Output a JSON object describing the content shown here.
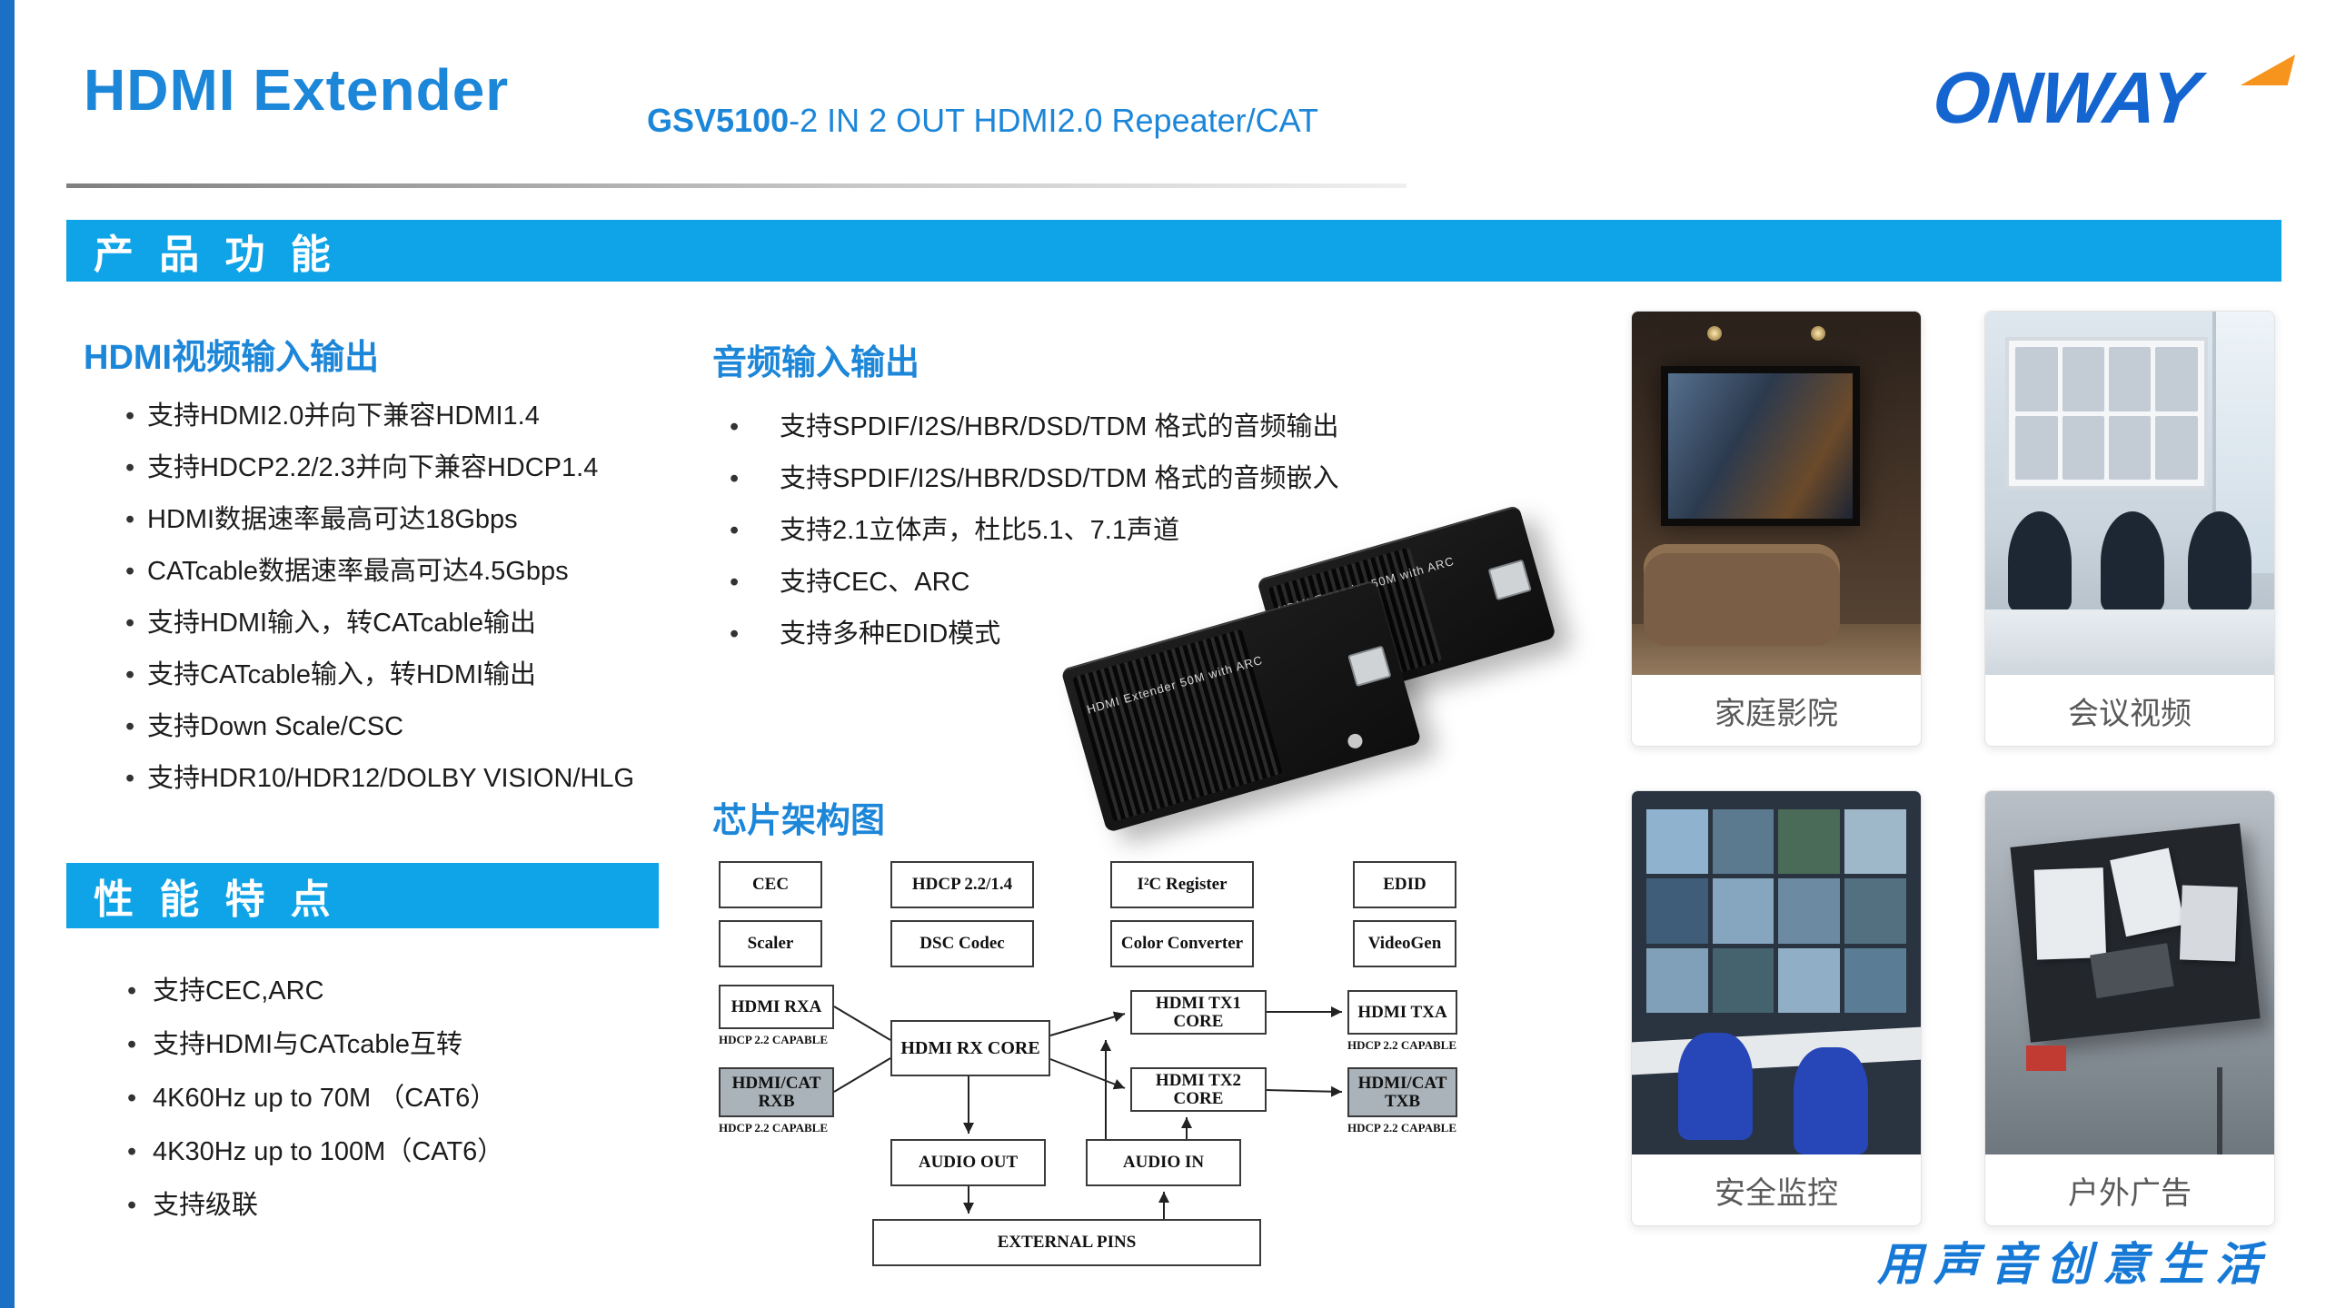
{
  "colors": {
    "accent_blue": "#1C86D8",
    "banner_blue": "#0FA3E8",
    "logo_blue": "#1565D0",
    "logo_orange": "#F7941D",
    "sidebar_blue": "#1B6FC4",
    "slogan_blue": "#1779D6"
  },
  "header": {
    "title": "HDMI Extender",
    "model": "GSV5100",
    "subtitle": "-2 IN 2 OUT HDMI2.0 Repeater/CAT",
    "brand": "ONWAY"
  },
  "banners": {
    "product_functions": "产 品 功 能",
    "performance": "性 能 特 点"
  },
  "hdmi_section": {
    "heading": "HDMI视频输入输出",
    "items": [
      "支持HDMI2.0并向下兼容HDMI1.4",
      "支持HDCP2.2/2.3并向下兼容HDCP1.4",
      "HDMI数据速率最高可达18Gbps",
      "CATcable数据速率最高可达4.5Gbps",
      "支持HDMI输入，转CATcable输出",
      "支持CATcable输入，转HDMI输出",
      "支持Down Scale/CSC",
      "支持HDR10/HDR12/DOLBY VISION/HLG"
    ]
  },
  "audio_section": {
    "heading": "音频输入输出",
    "items": [
      "支持SPDIF/I2S/HBR/DSD/TDM 格式的音频输出",
      "支持SPDIF/I2S/HBR/DSD/TDM 格式的音频嵌入",
      "支持2.1立体声，杜比5.1、7.1声道",
      "支持CEC、ARC",
      "支持多种EDID模式"
    ]
  },
  "performance_section": {
    "items": [
      "支持CEC,ARC",
      "支持HDMI与CATcable互转",
      "4K60Hz up to 70M （CAT6）",
      "4K30Hz up to 100M（CAT6）",
      "支持级联"
    ]
  },
  "chip_section": {
    "heading": "芯片架构图"
  },
  "device": {
    "label": "HDMI Extender 50M with ARC"
  },
  "diagram": {
    "hdcp_capable": "HDCP 2.2 CAPABLE",
    "boxes": {
      "cec": "CEC",
      "hdcp": "HDCP 2.2/1.4",
      "i2c": "I²C Register",
      "edid": "EDID",
      "scaler": "Scaler",
      "dsc": "DSC Codec",
      "color_converter": "Color Converter",
      "videogen": "VideoGen",
      "hdmi_rxa": "HDMI RXA",
      "hdmi_rx_core": "HDMI RX CORE",
      "hdmi_tx1_core": "HDMI TX1 CORE",
      "hdmi_txa": "HDMI TXA",
      "hdmi_cat_rxb": "HDMI/CAT RXB",
      "hdmi_tx2_core": "HDMI TX2 CORE",
      "hdmi_cat_txb": "HDMI/CAT TXB",
      "audio_out": "AUDIO OUT",
      "audio_in": "AUDIO IN",
      "external_pins": "EXTERNAL PINS"
    }
  },
  "gallery": [
    {
      "caption": "家庭影院"
    },
    {
      "caption": "会议视频"
    },
    {
      "caption": "安全监控"
    },
    {
      "caption": "户外广告"
    }
  ],
  "footer": {
    "slogan": "用声音创意生活"
  }
}
